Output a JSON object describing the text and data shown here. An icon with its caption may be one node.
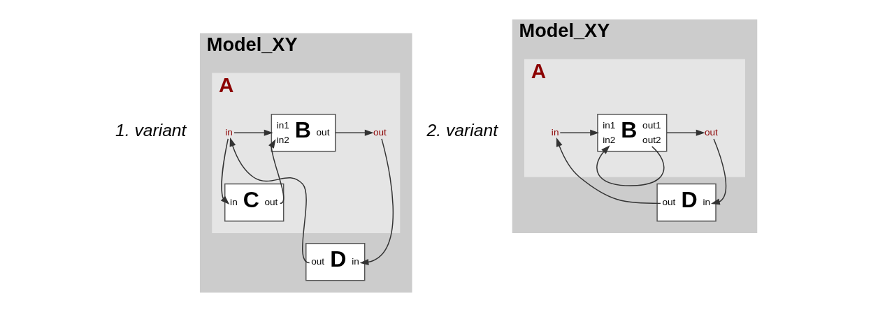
{
  "diagram": {
    "nodes": [
      {
        "text": [
          "Model_XY"
        ]
      },
      {
        "text": [
          "A"
        ],
        "in": 0
      },
      {
        "text": [
          "in"
        ],
        "in": 1
      },
      {
        "text": [
          "in1",
          "in2",
          "B",
          "out"
        ],
        "in": 1
      },
      {
        "text": [
          "in",
          "C",
          "out"
        ],
        "in": 1
      },
      {
        "text": [
          "out"
        ],
        "in": 1
      },
      {
        "text": [
          "out",
          "D",
          "in"
        ],
        "in": 0
      },
      {
        "text": [
          "Model_XY"
        ]
      },
      {
        "text": [
          "A"
        ],
        "in": 7
      },
      {
        "text": [
          "in"
        ],
        "in": 8
      },
      {
        "text": [
          "in1",
          "in2",
          "B",
          "out1",
          "out2"
        ],
        "in": 8
      },
      {
        "text": [
          "out"
        ],
        "in": 8
      },
      {
        "text": [
          "out",
          "D",
          "in"
        ],
        "in": 7
      }
    ],
    "edges": [
      {
        "from": 6,
        "to": 2,
        "arrow": "to"
      },
      {
        "from": 2,
        "to": 3,
        "arrow": "to"
      },
      {
        "from": 2,
        "to": 4,
        "arrow": "to"
      },
      {
        "from": 4,
        "to": 3,
        "arrow": "to"
      },
      {
        "from": 3,
        "to": 5,
        "arrow": "to"
      },
      {
        "from": 5,
        "to": 6,
        "arrow": "to"
      },
      {
        "from": 12,
        "to": 9,
        "arrow": "to"
      },
      {
        "from": 9,
        "to": 10,
        "arrow": "to"
      },
      {
        "from": 10,
        "to": 10,
        "arrow": "to"
      },
      {
        "from": 10,
        "to": 11,
        "arrow": "to"
      },
      {
        "from": 11,
        "to": 12,
        "arrow": "to"
      }
    ],
    "labels": [
      "1. variant",
      "2. variant"
    ]
  }
}
